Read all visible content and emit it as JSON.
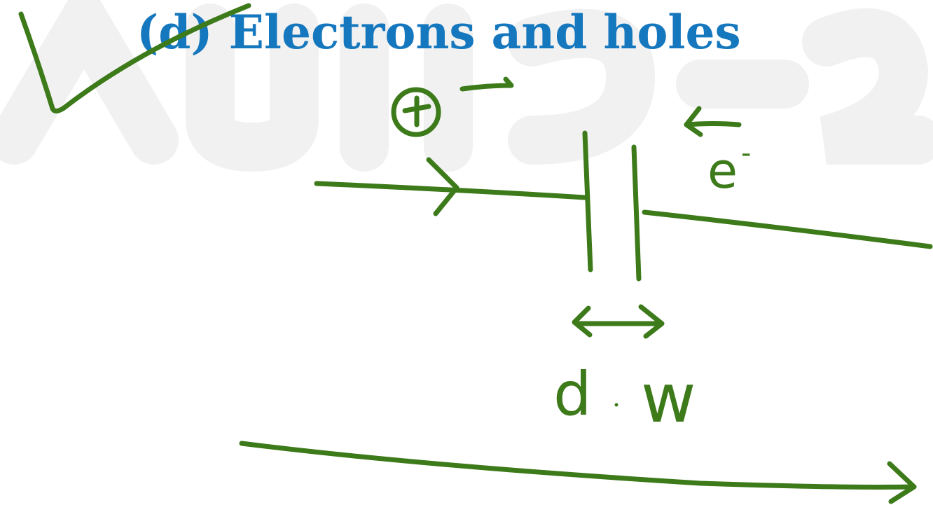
{
  "title": {
    "text": "(d) Electrons and holes",
    "color": "#1577bd"
  },
  "ink_color": "#3c7a1a",
  "watermark_color": "#f1f1f1",
  "annotations": {
    "hole_label": "+",
    "electron_label": "e",
    "electron_superscript": "-",
    "width_label_d": "d",
    "width_label_w": "w"
  }
}
